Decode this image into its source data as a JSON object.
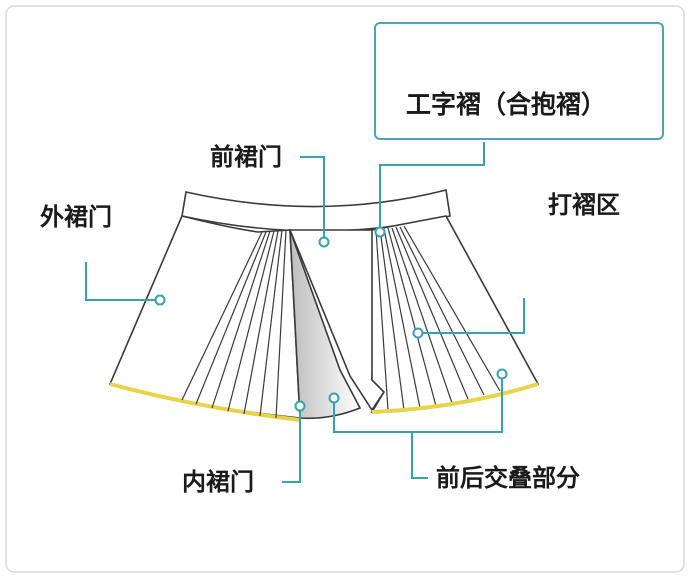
{
  "labels": {
    "pleat_type": "工字褶（合抱褶）",
    "front_panel": "前裙门",
    "outer_panel": "外裙门",
    "pleat_zone": "打褶区",
    "inner_panel": "内裙门",
    "overlap": "前后交叠部分"
  },
  "colors": {
    "line": "#3aa0ad",
    "outline": "#3a3a3a",
    "hem_accent": "#e8d44a",
    "callout_border": "#4aa6b0"
  }
}
